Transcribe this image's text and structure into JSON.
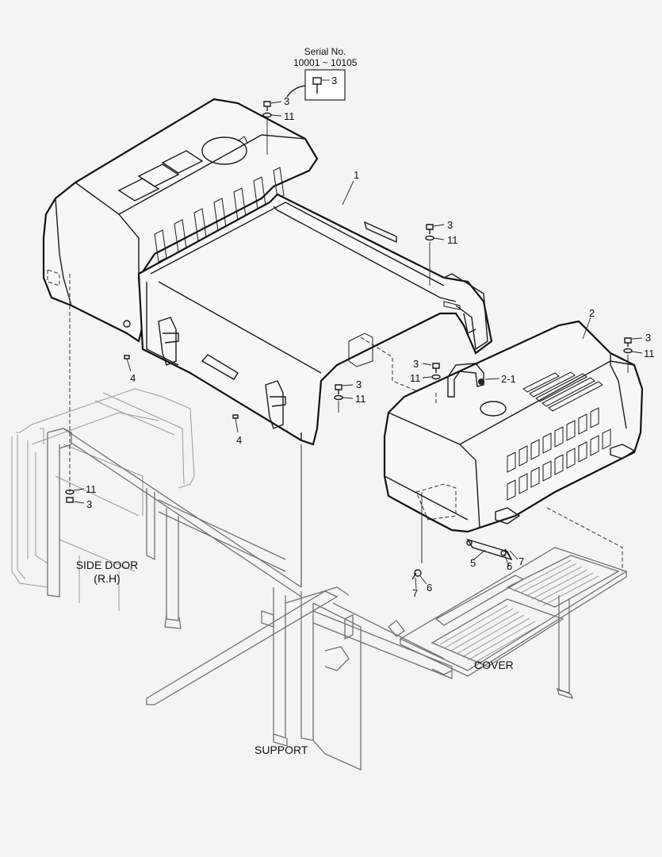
{
  "inset": {
    "title_line1": "Serial No.",
    "title_line2": "10001 ~ 10105",
    "callout": "3"
  },
  "callouts": {
    "c1": "1",
    "c2": "2",
    "c2_1": "2-1",
    "c3_a": "3",
    "c11_a": "11",
    "c3_b": "3",
    "c11_b": "11",
    "c3_c": "3",
    "c11_c": "11",
    "c3_d": "3",
    "c11_d": "11",
    "c3_e": "3",
    "c11_e": "11",
    "c3_f": "3",
    "c11_f": "11",
    "c4_a": "4",
    "c4_b": "4",
    "c5": "5",
    "c6_a": "6",
    "c7_a": "7",
    "c6_b": "6",
    "c7_b": "7"
  },
  "captions": {
    "side_door_line1": "SIDE DOOR",
    "side_door_line2": "(R.H)",
    "cover": "COVER",
    "support": "SUPPORT"
  }
}
